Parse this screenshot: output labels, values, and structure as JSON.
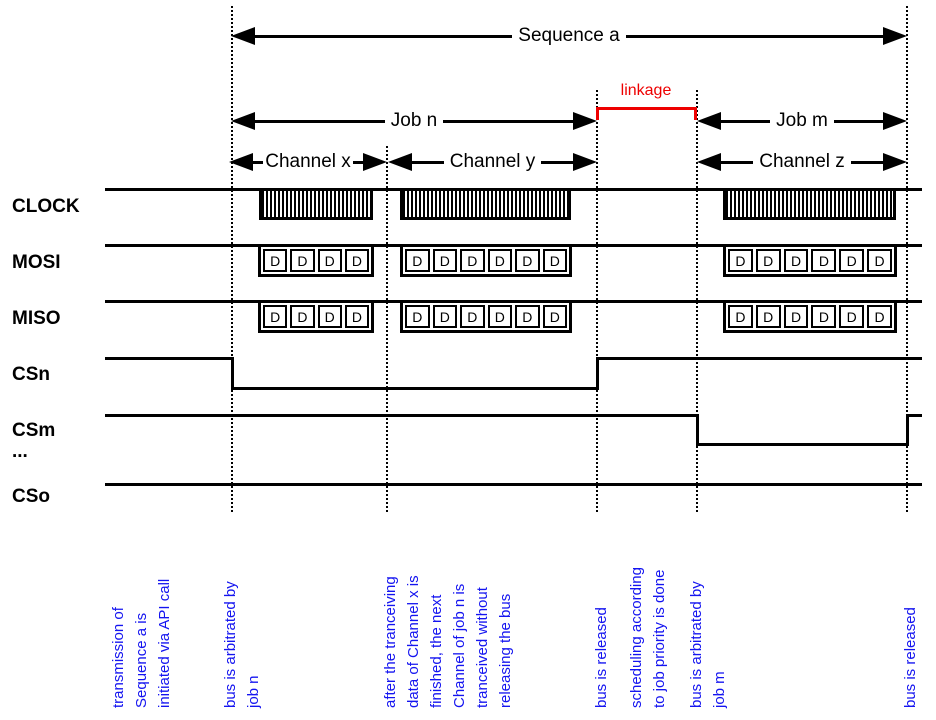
{
  "diagram_title_arrows": {
    "sequence": "Sequence a",
    "job_n": "Job n",
    "job_m": "Job m",
    "channel_x": "Channel x",
    "channel_y": "Channel y",
    "channel_z": "Channel z"
  },
  "linkage_label": "linkage",
  "signals": {
    "clock": "CLOCK",
    "mosi": "MOSI",
    "miso": "MISO",
    "csn": "CSn",
    "csm": "CSm",
    "more": "...",
    "cso": "CSo"
  },
  "labels": {
    "bit": "D"
  },
  "bit_groups": {
    "channel_x_boxes": 4,
    "channel_y_boxes": 6,
    "channel_z_boxes": 6
  },
  "annotations": [
    "transmission of\nSequence a is\ninitiated via API call",
    "bus is arbitrated by\njob n",
    "after the tranceiving\ndata of Channel x is\nfinished, the next\nChannel of job n is\ntranceived without\nreleasing the bus",
    "bus is released",
    "scheduling according\nto job priority is done",
    "bus is arbitrated by\njob m",
    "bus is released"
  ],
  "colors": {
    "diagram_black": "#000000",
    "linkage_red": "#ee0000",
    "annotation_blue": "#1414f0"
  }
}
